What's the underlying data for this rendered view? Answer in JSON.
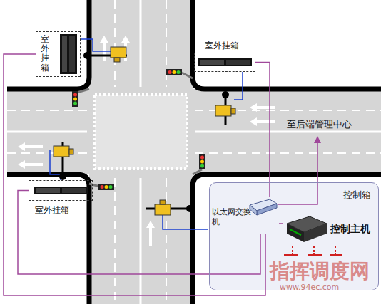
{
  "diagram": {
    "nodes": [
      {
        "text": [
          "室外挂箱"
        ]
      },
      {
        "text": [
          "室外挂箱"
        ]
      },
      {
        "text": [
          "室外挂箱"
        ]
      },
      {
        "text": [
          "控制箱"
        ]
      },
      {
        "text": [
          "以太网交换 机"
        ],
        "in": 3
      },
      {
        "text": [
          "控制主机"
        ],
        "in": 3
      }
    ],
    "edges": [
      {
        "from": 0,
        "to": 4,
        "arrow": "none"
      },
      {
        "from": 1,
        "to": 4,
        "arrow": "none"
      },
      {
        "from": 2,
        "to": 4,
        "arrow": "none"
      },
      {
        "from": 4,
        "to": 5,
        "arrow": "none"
      }
    ],
    "labels": [
      "至后端管理中心",
      "指挥调度网",
      "www.94ec.com"
    ]
  }
}
